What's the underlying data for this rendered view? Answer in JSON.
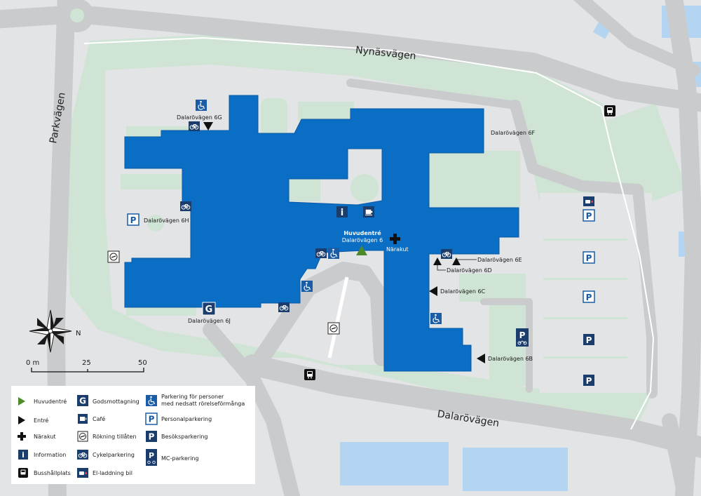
{
  "roads": {
    "nynasvagen": "Nynäsvägen",
    "parkvagen": "Parkvägen",
    "dalarovagen": "Dalarövägen"
  },
  "entrances": {
    "main_title": "Huvudentré",
    "main_address": "Dalarövägen 6",
    "emergency": "Närakut",
    "e6g": "Dalarövägen 6G",
    "e6f": "Dalarövägen 6F",
    "e6h": "Dalarövägen 6H",
    "e6j": "Dalarövägen 6J",
    "e6e": "Dalarövägen 6E",
    "e6d": "Dalarövägen 6D",
    "e6c": "Dalarövägen 6C",
    "e6b": "Dalarövägen 6B"
  },
  "compass": {
    "north": "N"
  },
  "scale": {
    "tick0": "0 m",
    "tick1": "25",
    "tick2": "50"
  },
  "icon_letters": {
    "info": "i",
    "goods": "G",
    "parking": "P"
  },
  "legend": [
    {
      "icon": "main-entrance-icon",
      "label": "Huvudentré"
    },
    {
      "icon": "entrance-icon",
      "label": "Entré"
    },
    {
      "icon": "emergency-cross-icon",
      "label": "Närakut"
    },
    {
      "icon": "information-icon",
      "label": "Information"
    },
    {
      "icon": "bus-stop-icon",
      "label": "Busshållplats"
    },
    {
      "icon": "goods-reception-icon",
      "label": "Godsmottagning"
    },
    {
      "icon": "cafe-icon",
      "label": "Café"
    },
    {
      "icon": "smoking-allowed-icon",
      "label": "Rökning tillåten"
    },
    {
      "icon": "bicycle-parking-icon",
      "label": "Cykelparkering"
    },
    {
      "icon": "ev-charging-icon",
      "label": "El-laddning bil"
    },
    {
      "icon": "accessible-parking-icon",
      "label": "Parkering för personer",
      "label2": "med nedsatt rörelseförmånga"
    },
    {
      "icon": "staff-parking-icon",
      "label": "Personalparkering"
    },
    {
      "icon": "visitor-parking-icon",
      "label": "Besöksparkering"
    },
    {
      "icon": "mc-parking-icon",
      "label": "MC-parkering"
    }
  ],
  "colors": {
    "building": "#0a6ec4",
    "building_edge": "#0a5aa6",
    "green": "#cfe4d4",
    "road": "#c9cbcd",
    "ground": "#e3e4e6",
    "water": "#b4d5f2",
    "icon_dark": "#1a3d6e",
    "main_entrance": "#4d8a2a"
  }
}
